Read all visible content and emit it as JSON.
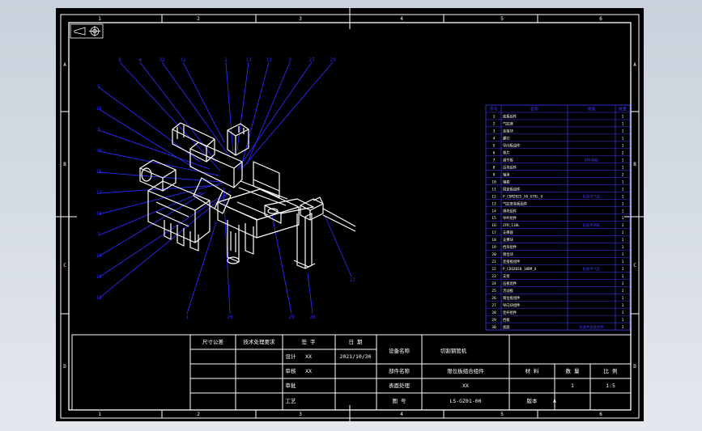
{
  "sheet": {
    "zones_top": [
      "1",
      "2",
      "3",
      "4",
      "5",
      "6"
    ],
    "zones_bottom": [
      "1",
      "2",
      "3",
      "4",
      "5",
      "6"
    ],
    "zones_side": [
      "A",
      "B",
      "C",
      "D"
    ]
  },
  "title_block": {
    "labels": {
      "dim_req": "尺寸公差",
      "tech_req": "技术处理要求",
      "sign": "签  字",
      "date": "日  期",
      "design": "设计",
      "check": "审核",
      "review": "审批",
      "craft": "工艺",
      "dept": "设备名称",
      "part_name": "部件名称",
      "surface": "表面处理",
      "drawing_no": "图  号",
      "material": "材  料",
      "qty": "数  量",
      "scale": "比  例",
      "version": "版本"
    },
    "values": {
      "designer": "XX",
      "checker": "XX",
      "design_date": "2021/10/30",
      "device_name": "切割钢管机",
      "part_name": "限位板组合组件",
      "surface": "XX",
      "drawing_no": "LS-GZ01-00",
      "qty": "1",
      "scale": "1:5",
      "version": "A"
    }
  },
  "balloons_top": [
    "8",
    "4",
    "32",
    "31",
    "2",
    "13",
    "12",
    "3",
    "27",
    "28"
  ],
  "balloons_left": [
    "9",
    "10",
    "6",
    "30",
    "15",
    "17",
    "18",
    "7",
    "19",
    "16",
    "11"
  ],
  "balloons_bottom": [
    "1",
    "20",
    "29",
    "26",
    "12"
  ],
  "bom": {
    "header": [
      "序号",
      "名称",
      "规格",
      "数量"
    ],
    "rows": [
      {
        "no": "1",
        "name": "底板组件",
        "spec": "",
        "qty": "1"
      },
      {
        "no": "2",
        "name": "气缸座",
        "spec": "",
        "qty": "1"
      },
      {
        "no": "3",
        "name": "连接块",
        "spec": "",
        "qty": "1"
      },
      {
        "no": "4",
        "name": "螺钉",
        "spec": "",
        "qty": "1"
      },
      {
        "no": "5",
        "name": "导向板组件",
        "spec": "",
        "qty": "1"
      },
      {
        "no": "6",
        "name": "垫片",
        "spec": "",
        "qty": "2"
      },
      {
        "no": "7",
        "name": "调节板",
        "spec": "材料钢板",
        "qty": "1"
      },
      {
        "no": "8",
        "name": "压块组件",
        "spec": "",
        "qty": "1"
      },
      {
        "no": "9",
        "name": "轴承",
        "spec": "",
        "qty": "2"
      },
      {
        "no": "10",
        "name": "轴套",
        "spec": "",
        "qty": "1"
      },
      {
        "no": "11",
        "name": "固定板组件",
        "spec": "",
        "qty": "1"
      },
      {
        "no": "12",
        "name": "P_CDM2B25_50_G79L_U",
        "spec": "标准件气缸",
        "qty": "1"
      },
      {
        "no": "13",
        "name": "气缸安装板组件",
        "spec": "",
        "qty": "1"
      },
      {
        "no": "14",
        "name": "滑块组件",
        "spec": "",
        "qty": "1"
      },
      {
        "no": "15",
        "name": "导杆组件",
        "spec": "",
        "qty": "1"
      },
      {
        "no": "16",
        "name": "ZFR_110L",
        "spec": "标准件滑轨",
        "qty": "1"
      },
      {
        "no": "17",
        "name": "支撑座",
        "spec": "",
        "qty": "1"
      },
      {
        "no": "18",
        "name": "支撑块",
        "spec": "",
        "qty": "1"
      },
      {
        "no": "19",
        "name": "挡块组件",
        "spec": "",
        "qty": "1"
      },
      {
        "no": "20",
        "name": "限位块",
        "spec": "",
        "qty": "1"
      },
      {
        "no": "21",
        "name": "连接板组件",
        "spec": "",
        "qty": "1"
      },
      {
        "no": "22",
        "name": "P_CDQ2B20_10DM_U",
        "spec": "标准件气缸",
        "qty": "1"
      },
      {
        "no": "23",
        "name": "支架",
        "spec": "",
        "qty": "1"
      },
      {
        "no": "24",
        "name": "压板组件",
        "spec": "",
        "qty": "1"
      },
      {
        "no": "25",
        "name": "活动板",
        "spec": "",
        "qty": "1"
      },
      {
        "no": "26",
        "name": "限位板组件",
        "spec": "",
        "qty": "1"
      },
      {
        "no": "27",
        "name": "导向块组件",
        "spec": "",
        "qty": "1"
      },
      {
        "no": "28",
        "name": "连杆组件",
        "spec": "",
        "qty": "1"
      },
      {
        "no": "29",
        "name": "挡板",
        "spec": "",
        "qty": "1"
      },
      {
        "no": "30",
        "name": "底座",
        "spec": "标准件底座组件",
        "qty": "1"
      }
    ]
  },
  "colors": {
    "paper": "#000000",
    "lines": "#ffffff",
    "leaders": "#2b2bff",
    "bom_grid": "#3a3aff",
    "spec_text": "#3a3aff"
  }
}
